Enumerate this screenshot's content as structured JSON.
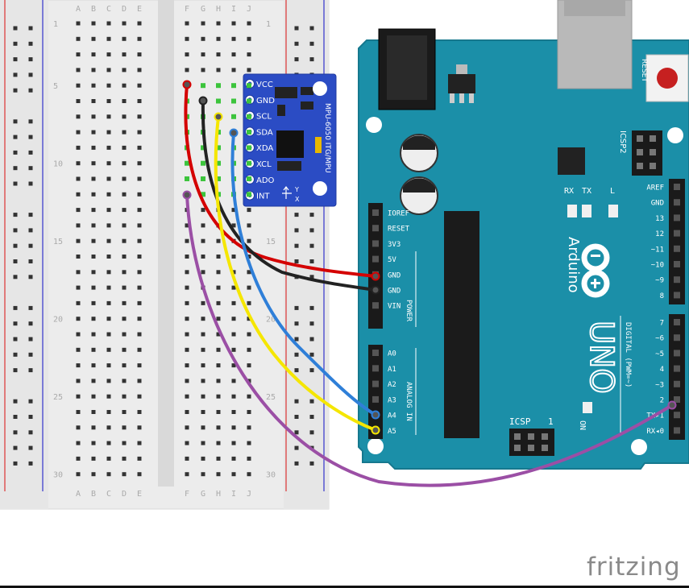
{
  "breadboard": {
    "columns_left": [
      "A",
      "B",
      "C",
      "D",
      "E"
    ],
    "columns_right": [
      "F",
      "G",
      "H",
      "I",
      "J"
    ],
    "row_numbers": [
      "1",
      "5",
      "10",
      "15",
      "20",
      "25",
      "30"
    ]
  },
  "sensor": {
    "title": "MPU-6050 ITG/MPU",
    "pins": [
      "VCC",
      "GND",
      "SCL",
      "SDA",
      "XDA",
      "XCL",
      "ADO",
      "INT"
    ],
    "axis_y": "Y",
    "axis_x": "X"
  },
  "arduino": {
    "reset": "RESET",
    "icsp2": "ICSP2",
    "icsp": "ICSP",
    "icsp_num": "1",
    "rx": "RX",
    "tx": "TX",
    "l": "L",
    "on": "ON",
    "brand": "Arduino",
    "model": "UNO",
    "power_pins": [
      "IOREF",
      "RESET",
      "3V3",
      "5V",
      "GND",
      "GND",
      "VIN"
    ],
    "power_label": "POWER",
    "analog_pins": [
      "A0",
      "A1",
      "A2",
      "A3",
      "A4",
      "A5"
    ],
    "analog_label": "ANALOG IN",
    "top_right_pins": [
      "AREF",
      "GND",
      "13",
      "12",
      "~11",
      "~10",
      "~9",
      "8"
    ],
    "bottom_right_pins": [
      "7",
      "~6",
      "~5",
      "4",
      "~3",
      "2",
      "TX▸1",
      "RX◂0"
    ],
    "digital_label": "DIGITAL (PWM=~)"
  },
  "wires": [
    {
      "name": "red",
      "color": "#d40000"
    },
    {
      "name": "black",
      "color": "#222222"
    },
    {
      "name": "yellow",
      "color": "#f5e600"
    },
    {
      "name": "blue",
      "color": "#2f7fd8"
    },
    {
      "name": "purple",
      "color": "#9b4fa5"
    }
  ],
  "colors": {
    "board": "#1b8fa8",
    "board_edge": "#16788e",
    "breadboard": "#ececec",
    "rail_red": "#d33",
    "rail_blue": "#33c",
    "sensor": "#2b4cc4"
  },
  "watermark": "fritzing"
}
